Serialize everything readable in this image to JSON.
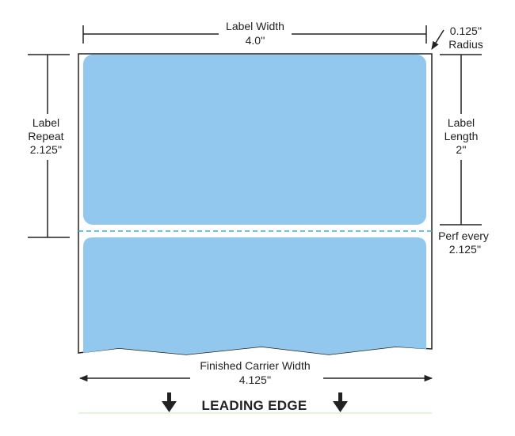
{
  "diagram": {
    "label_width": {
      "label": "Label Width",
      "value": "4.0''"
    },
    "radius": {
      "value": "0.125''",
      "label": "Radius"
    },
    "label_repeat": {
      "label_1": "Label",
      "label_2": "Repeat",
      "value": "2.125''"
    },
    "label_length": {
      "label_1": "Label",
      "label_2": "Length",
      "value": "2''"
    },
    "perf": {
      "label": "Perf every",
      "value": "2.125''"
    },
    "carrier_width": {
      "label": "Finished Carrier Width",
      "value": "4.125''"
    },
    "leading_edge": {
      "label": "LEADING EDGE"
    },
    "colors": {
      "label_fill": "#93c8ee",
      "perf_line": "#3ab0e0",
      "line": "#222222",
      "baseline": "#c8e8b8"
    }
  }
}
